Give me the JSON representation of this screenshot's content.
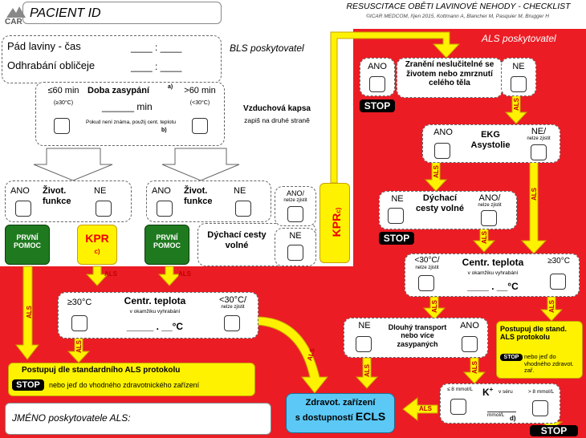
{
  "header": {
    "patient_id": "PACIENT ID",
    "checklist_title": "RESUSCITACE OBĚTI LAVINOVÉ NEHODY - CHECKLIST",
    "credits": "©ICAR MEDCOM, říjen 2015, Kottmann A, Blancher M, Pasquier M, Brugger H",
    "logo_text": "CAR"
  },
  "bls": {
    "provider_label": "BLS poskytovatel",
    "avalanche_time": "Pád laviny - čas",
    "face_uncover": "Odhrabání obličeje",
    "blank": "____ : ____"
  },
  "burial": {
    "short": "≤60 min",
    "short_temp": "(≥30°C)",
    "title": "Doba zasypání",
    "title_note": "a)",
    "minutes": "______ min",
    "unknown_note": "Pokud není známa, použij cent. teplotu",
    "unknown_note_b": "b)",
    "long": ">60 min",
    "long_temp": "(<30°C)"
  },
  "air_pocket": {
    "title": "Vzduchová kapsa",
    "subtitle": "zapiš na druhé straně"
  },
  "vital": {
    "yes": "ANO",
    "no": "NE",
    "label": "Život. funkce"
  },
  "first_aid": "PRVNÍ POMOC",
  "cpr": {
    "label": "KPR",
    "note": "c)"
  },
  "airway_left": {
    "yes": "ANO/",
    "yes_sub": "nelze zjistit",
    "no": "NE",
    "label": "Dýchací cesty volné"
  },
  "cpr_vertical": "KPR",
  "cpr_vertical_note": "c)",
  "als": {
    "provider_label": "ALS poskytovatel",
    "arrow_label": "ALS",
    "lethal_yes": "ANO",
    "lethal_no": "NE",
    "lethal_text": "Zranění neslučitelné se životem nebo zmrznutí celého těla",
    "stop": "STOP",
    "ecg_yes": "ANO",
    "ecg_no": "NE/",
    "ecg_no_sub": "nelze zjistit",
    "ecg_label": "EKG Asystolie",
    "airway_no": "NE",
    "airway_yes": "ANO/",
    "airway_yes_sub": "nelze zjistit",
    "airway_label": "Dýchací cesty volné",
    "temp_low": "<30°C/",
    "temp_low_sub": "nelze zjistit",
    "temp_title": "Centr. teplota",
    "temp_sub": "v okamžiku vyhrabání",
    "temp_blank": "____ . __°C",
    "temp_high": "≥30°C",
    "proceed_std": "Postupuj dle stand. ALS protokolu",
    "stop_or_go": "nebo jeď do vhodného zdravot. zař.",
    "transport_no": "NE",
    "transport_yes": "ANO",
    "transport_label": "Dlouhý transport nebo více zasypaných",
    "k_low": "≤ 8 mmol/L",
    "k_label": "K",
    "k_plus": "+",
    "k_sub": "v séru",
    "k_unit": "mmol/L",
    "k_note": "d)",
    "k_high": "> 8 mmol/L"
  },
  "center_temp": {
    "high": "≥30°C",
    "title": "Centr. teplota",
    "sub": "v okamžiku vyhrabání",
    "blank": "_____ . __°C",
    "low": "<30°C/",
    "low_sub": "nelze zjistit"
  },
  "footer": {
    "proceed": "Postupuj dle standardního ALS protokolu",
    "stop": "STOP",
    "or_go": "nebo jeď do vhodného zdravotnického zařízení",
    "ecls_line1": "Zdravot. zařízení",
    "ecls_line2": "s dostupností",
    "ecls_bold": "ECLS",
    "als_name": "JMÉNO poskytovatele ALS:"
  },
  "colors": {
    "red": "#ec1c24",
    "yellow": "#fef200",
    "green": "#1f7a1f",
    "blue": "#5bc8f5",
    "black": "#000000"
  }
}
